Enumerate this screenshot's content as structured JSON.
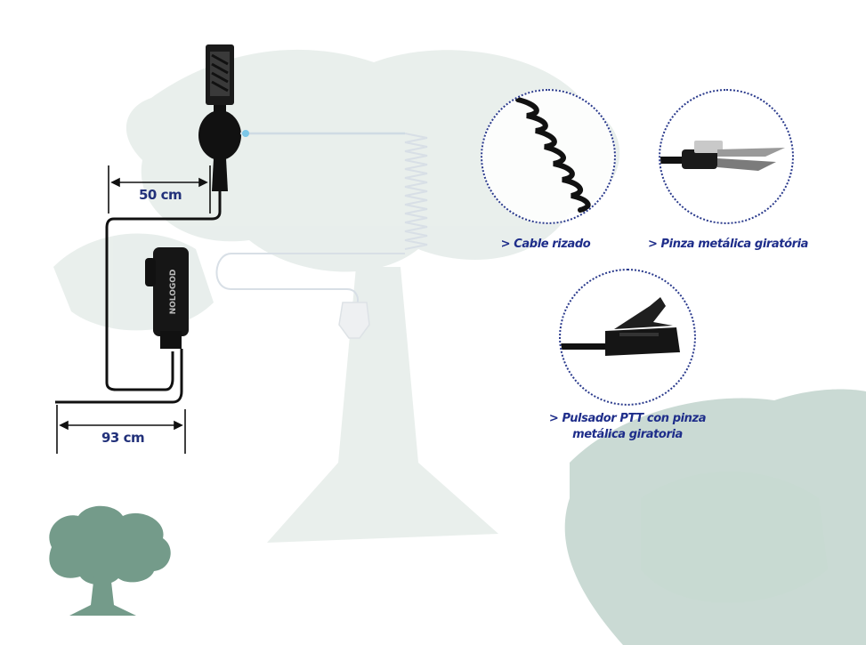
{
  "dimensions": {
    "upper_cable": "50 cm",
    "lower_cable": "93 cm"
  },
  "ptt_brand": "NOLOGOD",
  "features": [
    {
      "caption": "> Cable rizado",
      "icon": "coiled-cable-icon"
    },
    {
      "caption": "> Pinza metálica giratória",
      "icon": "metal-clip-icon"
    },
    {
      "caption_line1": "> Pulsador PTT con pinza",
      "caption_line2": "metálica giratoria",
      "icon": "ptt-clip-icon"
    }
  ],
  "colors": {
    "accent": "#22317a",
    "tree": "#7c9e8f"
  }
}
